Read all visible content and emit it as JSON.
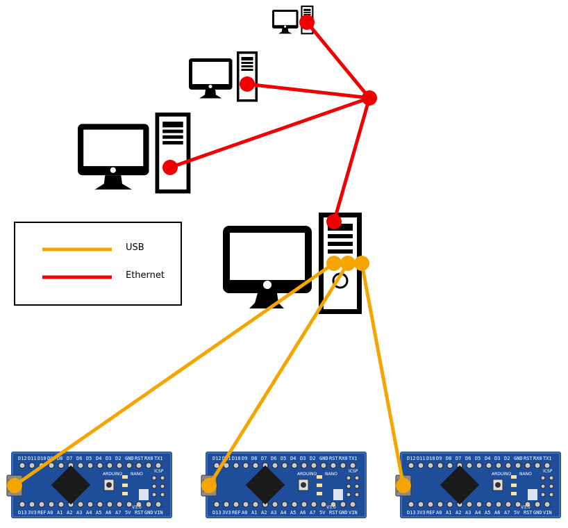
{
  "legend": {
    "items": [
      {
        "label": "USB",
        "color": "#F5A500"
      },
      {
        "label": "Ethernet",
        "color": "#F00000"
      }
    ]
  },
  "colors": {
    "usb": "#F5A500",
    "ethernet": "#F00000",
    "computer": "#000000",
    "board": "#1E4E9A"
  },
  "icons": {
    "computer": "desktop-computer-icon",
    "board": "arduino-nano-board-icon",
    "hub": "network-hub-node"
  },
  "nodes": {
    "clients": 3,
    "host": 1,
    "boards": 3
  },
  "board": {
    "top_pins": [
      "D12",
      "D11",
      "D10",
      "D9",
      "D8",
      "D7",
      "D6",
      "D5",
      "D4",
      "D3",
      "D2",
      "GND",
      "RST",
      "RX0",
      "TX1"
    ],
    "bottom_pins": [
      "D13",
      "3V3",
      "REF",
      "A0",
      "A1",
      "A2",
      "A3",
      "A4",
      "A5",
      "A6",
      "A7",
      "5V",
      "RST",
      "GND",
      "VIN"
    ],
    "label_arduino": "ARDUINO",
    "label_nano": "NANO",
    "label_version": "V3.0",
    "label_icsp": "ICSP"
  }
}
